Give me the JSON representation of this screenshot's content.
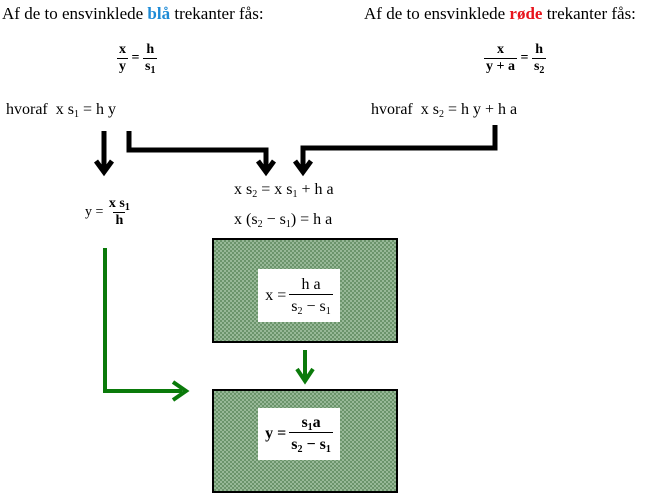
{
  "header_left": {
    "prefix": "Af de to ensvinklede ",
    "color_word": "blå",
    "suffix": " trekanter fås:"
  },
  "header_right": {
    "prefix": "Af de to ensvinklede ",
    "color_word": "røde",
    "suffix": " trekanter fås:"
  },
  "left_ratio": {
    "a_num": "x",
    "a_den": "y",
    "eq": "=",
    "b_num": "h",
    "b_den": "s",
    "b_den_sub": "1"
  },
  "right_ratio": {
    "a_num": "x",
    "a_den": "y + a",
    "eq": "=",
    "b_num": "h",
    "b_den": "s",
    "b_den_sub": "2"
  },
  "left_hvoraf": {
    "word": "hvoraf",
    "lhs": "x s",
    "lhs_sub": "1",
    "rhs": " = h y"
  },
  "right_hvoraf": {
    "word": "hvoraf",
    "lhs": "x s",
    "lhs_sub": "2",
    "rhs": " = h y + h a"
  },
  "y_formula": {
    "lhs": "y =",
    "num": "x s",
    "num_sub": "1",
    "den": "h"
  },
  "combined": {
    "a1": "x s",
    "a1_sub": "2",
    "a2": " = x s",
    "a2_sub": "1",
    "a3": " + h a"
  },
  "factored": {
    "a1": "x (s",
    "a1_sub": "2",
    "a2": " − s",
    "a2_sub": "1",
    "a3": ") = h a"
  },
  "box_x": {
    "lhs": "x =",
    "num": "h a",
    "den_a": "s",
    "den_a_sub": "2",
    "den_b": " − s",
    "den_b_sub": "1"
  },
  "box_y": {
    "lhs": "y =",
    "num_a": "s",
    "num_a_sub": "1",
    "num_b": "a",
    "den_a": "s",
    "den_a_sub": "2",
    "den_b": " − s",
    "den_b_sub": "1"
  },
  "colors": {
    "blue": "#1e8bd6",
    "red": "#e8141c",
    "green_arrow": "#0a7a0a",
    "black": "#000000"
  }
}
